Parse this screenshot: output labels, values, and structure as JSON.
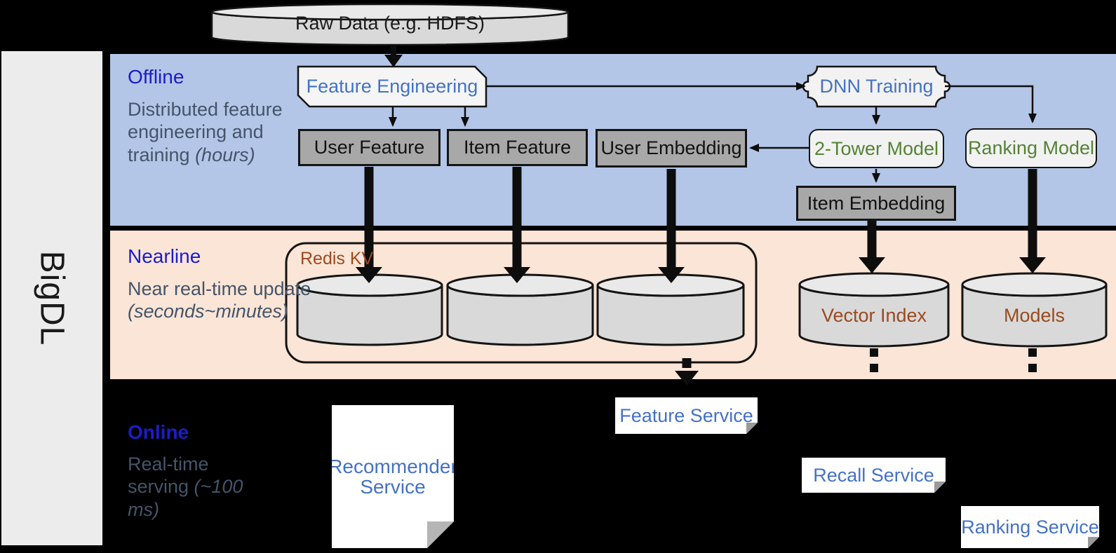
{
  "framework_label": "BigDL",
  "data_source": {
    "label": "Raw Data (e.g. HDFS)"
  },
  "lanes": {
    "offline": {
      "title": "Offline",
      "description": "Distributed feature engineering and training ",
      "duration": "(hours)"
    },
    "nearline": {
      "title": "Nearline",
      "description": "Near real-time update ",
      "duration": "(seconds~minutes)"
    },
    "online": {
      "title": "Online",
      "description": "Real-time serving ",
      "duration": "(~100 ms)"
    }
  },
  "offline_nodes": {
    "feature_engineering": "Feature Engineering",
    "dnn_training": "DNN Training",
    "user_feature": "User Feature",
    "item_feature": "Item Feature",
    "user_embedding": "User Embedding",
    "item_embedding": "Item Embedding",
    "two_tower_model": "2-Tower Model",
    "ranking_model": "Ranking Model"
  },
  "nearline_nodes": {
    "redis_kv": "Redis KV",
    "vector_index": "Vector Index",
    "models": "Models"
  },
  "online_nodes": {
    "recommender_service": "Recommender Service",
    "feature_service": "Feature Service",
    "recall_service": "Recall Service",
    "ranking_service": "Ranking Service"
  },
  "colors": {
    "offline_band": "#b3c6e7",
    "nearline_band": "#fbe5d6",
    "online_band": "#000000",
    "lane_title_blue": "#1c1cca",
    "node_label_blue": "#4472c4",
    "model_label_green": "#548235",
    "storage_label_brown": "#9a4a1e",
    "description_gray": "#44546a"
  }
}
